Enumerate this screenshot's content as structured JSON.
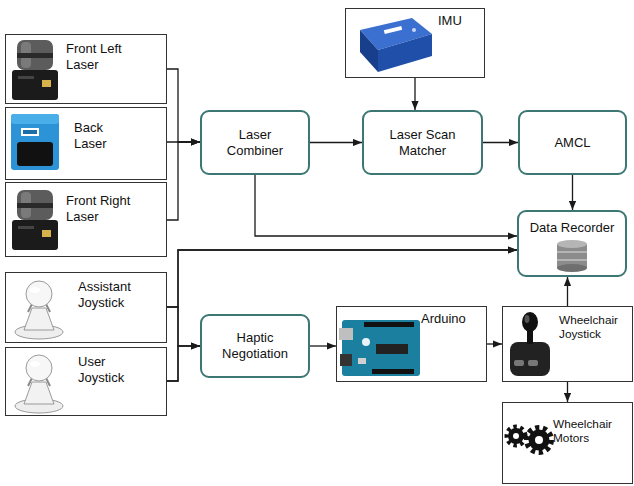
{
  "diagram": {
    "nodes": [
      {
        "text": [
          "Front Left Laser"
        ]
      },
      {
        "text": [
          "Back Laser"
        ]
      },
      {
        "text": [
          "Front Right Laser"
        ]
      },
      {
        "text": [
          "IMU"
        ]
      },
      {
        "text": [
          "Laser Combiner"
        ]
      },
      {
        "text": [
          "Laser Scan Matcher"
        ]
      },
      {
        "text": [
          "AMCL"
        ]
      },
      {
        "text": [
          "Data Recorder"
        ]
      },
      {
        "text": [
          "Assistant Joystick"
        ]
      },
      {
        "text": [
          "User Joystick"
        ]
      },
      {
        "text": [
          "Haptic Negotiation"
        ]
      },
      {
        "text": [
          "Arduino"
        ]
      },
      {
        "text": [
          "Wheelchair Joystick"
        ]
      },
      {
        "text": [
          "Wheelchair Motors"
        ]
      }
    ],
    "edges": [
      {
        "from": 0,
        "to": 4,
        "arrow": "to"
      },
      {
        "from": 1,
        "to": 4,
        "arrow": "to"
      },
      {
        "from": 2,
        "to": 4,
        "arrow": "to"
      },
      {
        "from": 3,
        "to": 5,
        "arrow": "to"
      },
      {
        "from": 4,
        "to": 5,
        "arrow": "to"
      },
      {
        "from": 5,
        "to": 6,
        "arrow": "to"
      },
      {
        "from": 6,
        "to": 7,
        "arrow": "to"
      },
      {
        "from": 4,
        "to": 7,
        "arrow": "to"
      },
      {
        "from": 8,
        "to": 10,
        "arrow": "to"
      },
      {
        "from": 9,
        "to": 10,
        "arrow": "to"
      },
      {
        "from": 8,
        "to": 7,
        "arrow": "to"
      },
      {
        "from": 9,
        "to": 7,
        "arrow": "to"
      },
      {
        "from": 10,
        "to": 11,
        "arrow": "to"
      },
      {
        "from": 11,
        "to": 12,
        "arrow": "to"
      },
      {
        "from": 12,
        "to": 7,
        "arrow": "to"
      },
      {
        "from": 12,
        "to": 13,
        "arrow": "to"
      }
    ]
  }
}
